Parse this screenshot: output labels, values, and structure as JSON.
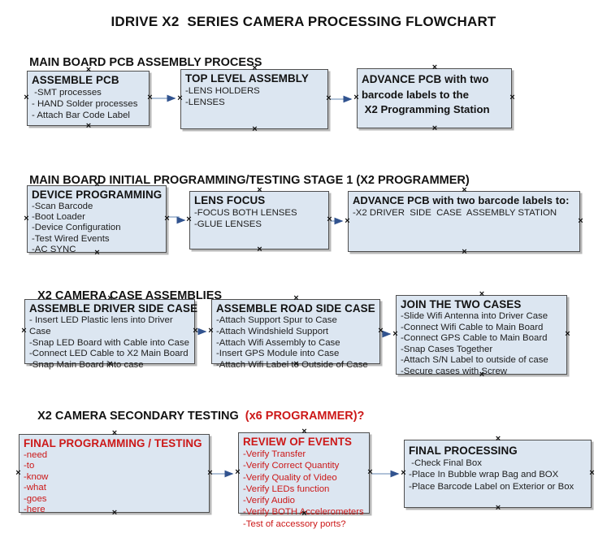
{
  "title": "IDRIVE X2  SERIES CAMERA PROCESSING FLOWCHART",
  "colors": {
    "box_fill": "#dce6f1",
    "box_border": "#4f4f4f",
    "arrow_line": "#95aecb",
    "arrow_head": "#31538f",
    "red_text": "#cc1818",
    "black_text": "#121212"
  },
  "sections": [
    {
      "header": "MAIN BOARD PCB ASSEMBLY PROCESS",
      "boxes": [
        {
          "title": "ASSEMBLE PCB",
          "items": [
            " -SMT processes",
            "- HAND Solder processes",
            "- Attach Bar Code Label"
          ]
        },
        {
          "title": "TOP LEVEL ASSEMBLY",
          "items": [
            "-LENS HOLDERS",
            "-LENSES"
          ]
        },
        {
          "title": "ADVANCE PCB with two",
          "items": [
            "barcode labels to the",
            " X2 Programming Station"
          ]
        }
      ]
    },
    {
      "header": "MAIN BOARD INITIAL PROGRAMMING/TESTING STAGE 1 (X2 PROGRAMMER)",
      "boxes": [
        {
          "title": "DEVICE PROGRAMMING",
          "items": [
            "-Scan Barcode",
            "-Boot Loader",
            "-Device Configuration",
            "-Test Wired Events",
            "-AC SYNC"
          ]
        },
        {
          "title": "LENS FOCUS",
          "items": [
            "-FOCUS BOTH LENSES",
            "-GLUE LENSES"
          ]
        },
        {
          "title": "ADVANCE PCB with two barcode labels to:",
          "items": [
            "-X2 DRIVER  SIDE  CASE  ASSEMBLY STATION"
          ]
        }
      ]
    },
    {
      "header": "X2 CAMERA CASE ASSEMBLIES",
      "boxes": [
        {
          "title": "ASSEMBLE DRIVER SIDE CASE",
          "items": [
            "- Insert LED Plastic lens into Driver Case",
            "-Snap LED Board with Cable into Case",
            "-Connect LED Cable to X2 Main Board",
            "-Snap Main Board into case"
          ]
        },
        {
          "title": "ASSEMBLE ROAD SIDE CASE",
          "items": [
            "-Attach Support Spur to Case",
            "-Attach Windshield Support",
            "-Attach Wifi Assembly to Case",
            "-Insert GPS Module into Case",
            "-Attach Wifi Label to Outside of Case"
          ]
        },
        {
          "title": "JOIN THE TWO CASES",
          "items": [
            "-Slide Wifi Antenna into Driver Case",
            "-Connect Wifi Cable to Main Board",
            "-Connect GPS Cable to Main Board",
            "-Snap Cases Together",
            "-Attach S/N Label to outside of case",
            "-Secure cases with Screw"
          ]
        }
      ]
    },
    {
      "header": "X2 CAMERA SECONDARY TESTING",
      "header_suffix": "  (x6 PROGRAMMER)?",
      "boxes": [
        {
          "title": "FINAL PROGRAMMING / TESTING",
          "items": [
            "-need",
            "-to",
            "-know",
            "-what",
            "-goes",
            "-here"
          ]
        },
        {
          "title": "REVIEW OF EVENTS",
          "items": [
            "-Verify Transfer",
            "-Verify Correct Quantity",
            "-Verify Quality of Video",
            "-Verify LEDs function",
            "-Verify Audio",
            "-Verify BOTH Accelerometers",
            "-Test of accessory ports?"
          ]
        },
        {
          "title": "FINAL PROCESSING",
          "items": [
            " -Check Final Box",
            "-Place In Bubble wrap Bag and BOX",
            "-Place Barcode Label on Exterior or Box"
          ]
        }
      ]
    }
  ]
}
